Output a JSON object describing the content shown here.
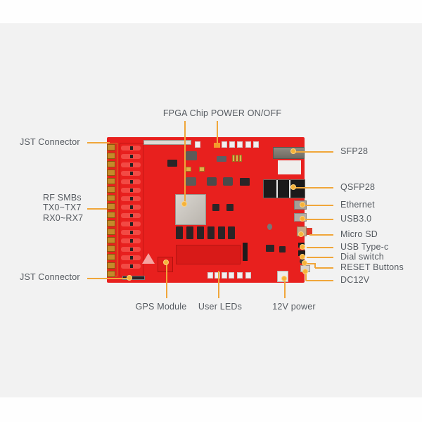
{
  "figure": {
    "subject": "FPGA development board (red PCB) with component callouts",
    "accent_color": "#f0a63a",
    "pcb_color": "#e8201e",
    "background_color": "#f2f2f2",
    "label_color": "#555a60"
  },
  "callouts": {
    "top": {
      "fpga_power": "FPGA Chip POWER ON/OFF"
    },
    "left": {
      "jst_top": "JST Connector",
      "rf_smbs_line1": "RF SMBs",
      "rf_smbs_line2": "TX0~TX7",
      "rf_smbs_line3": "RX0~RX7",
      "jst_bottom": "JST Connector"
    },
    "right": {
      "sfp28": "SFP28",
      "qsfp28": "QSFP28",
      "ethernet": "Ethernet",
      "usb30": "USB3.0",
      "micro_sd": "Micro SD",
      "usb_type_c": "USB Type-c",
      "dial_switch": "Dial switch",
      "reset_buttons": "RESET Buttons",
      "dc12v": "DC12V"
    },
    "bottom": {
      "gps_module": "GPS Module",
      "user_leds": "User LEDs",
      "power_12v": "12V power"
    }
  }
}
